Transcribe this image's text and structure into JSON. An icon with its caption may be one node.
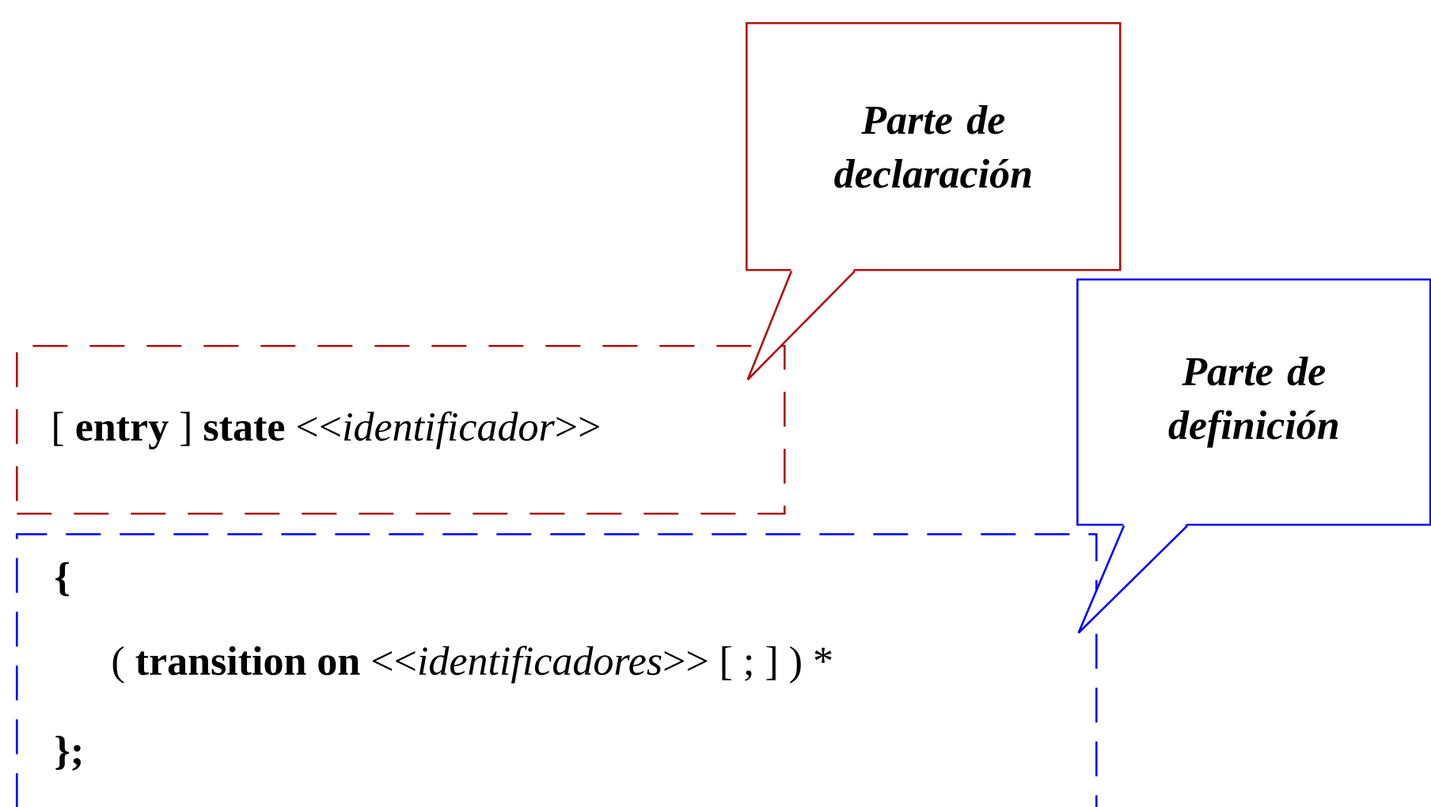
{
  "diagram": {
    "nodes": [
      {
        "text": [
          "*Parte de* *declaración*"
        ]
      },
      {
        "text": [
          "[ **entry** ] **state** <<*identificador*>>"
        ]
      },
      {
        "text": [
          "*Parte de* *definición*"
        ]
      },
      {
        "text": [
          "**{**",
          "( **transition on** <<*identificadores*>> [ ; ] ) *",
          "**};**"
        ]
      }
    ],
    "edges": [
      {
        "from": 0,
        "to": 1,
        "arrow": "none",
        "color": "#b01010"
      },
      {
        "from": 2,
        "to": 3,
        "arrow": "none",
        "color": "#0000ff"
      }
    ]
  }
}
